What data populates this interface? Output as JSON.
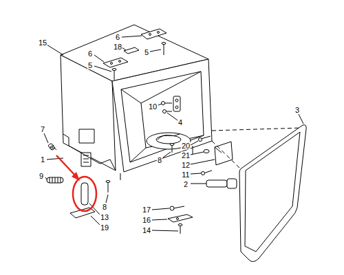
{
  "diagram": {
    "labels": [
      "15",
      "6",
      "18",
      "5",
      "6",
      "5",
      "10",
      "4",
      "3",
      "7",
      "1",
      "20",
      "21",
      "8",
      "12",
      "11",
      "2",
      "9",
      "8",
      "13",
      "19",
      "17",
      "16",
      "14"
    ]
  }
}
